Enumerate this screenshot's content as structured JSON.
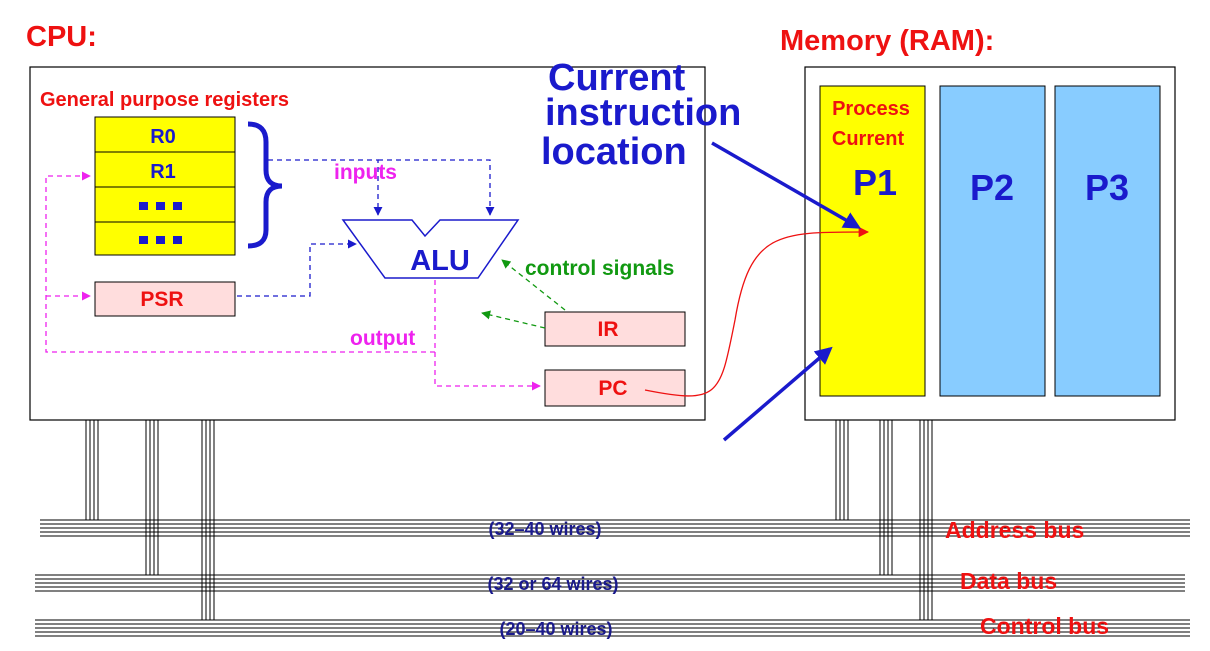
{
  "cpu": {
    "title": "CPU:",
    "gpr_label": "General purpose registers",
    "registers": [
      "R0",
      "R1"
    ],
    "psr": "PSR",
    "alu": "ALU",
    "ir": "IR",
    "pc": "PC",
    "inputs_label": "inputs",
    "output_label": "output",
    "control_label": "control signals"
  },
  "memory": {
    "title": "Memory (RAM):",
    "process_line1": "Process",
    "process_line2": "Current",
    "processes": [
      "P1",
      "P2",
      "P3"
    ]
  },
  "annotation": {
    "lines": [
      "Current",
      "instruction",
      "location"
    ]
  },
  "buses": [
    {
      "name": "Address bus",
      "wires": "(32–40 wires)"
    },
    {
      "name": "Data bus",
      "wires": "(32 or 64 wires)"
    },
    {
      "name": "Control bus",
      "wires": "(20–40 wires)"
    }
  ],
  "colors": {
    "register_fill": "#ffff00",
    "register_border": "#000000",
    "special_reg_fill": "#ffdddd",
    "p1_fill": "#ffff00",
    "p2_p3_fill": "#88ccff",
    "title_red": "#ee1111",
    "data_blue": "#1a1acc",
    "inputs_magenta": "#ee22ee",
    "control_green": "#119911"
  }
}
